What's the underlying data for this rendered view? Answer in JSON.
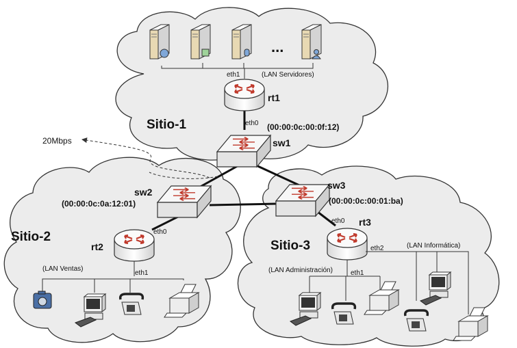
{
  "sites": {
    "site1": "Sitio-1",
    "site2": "Sitio-2",
    "site3": "Sitio-3"
  },
  "devices": {
    "rt1": "rt1",
    "rt2": "rt2",
    "rt3": "rt3",
    "sw1": "sw1",
    "sw2": "sw2",
    "sw3": "sw3"
  },
  "macs": {
    "sw1": "(00:00:0c:00:0f:12)",
    "sw2": "(00:00:0c:0a:12:01)",
    "sw3": "(00:00:0c:00:01:ba)"
  },
  "interfaces": {
    "eth0": "eth0",
    "eth1": "eth1",
    "eth2": "eth2"
  },
  "lans": {
    "servidores": "(LAN Servidores)",
    "ventas": "(LAN Ventas)",
    "administracion": "(LAN Administración)",
    "informatica": "(LAN Informática)"
  },
  "ellipsis": "...",
  "bandwidth": "20Mbps",
  "colors": {
    "cloud": "#ececec",
    "router_arrows": "#c0392b",
    "device_body": "#f2f2f2",
    "link": "#111111"
  }
}
